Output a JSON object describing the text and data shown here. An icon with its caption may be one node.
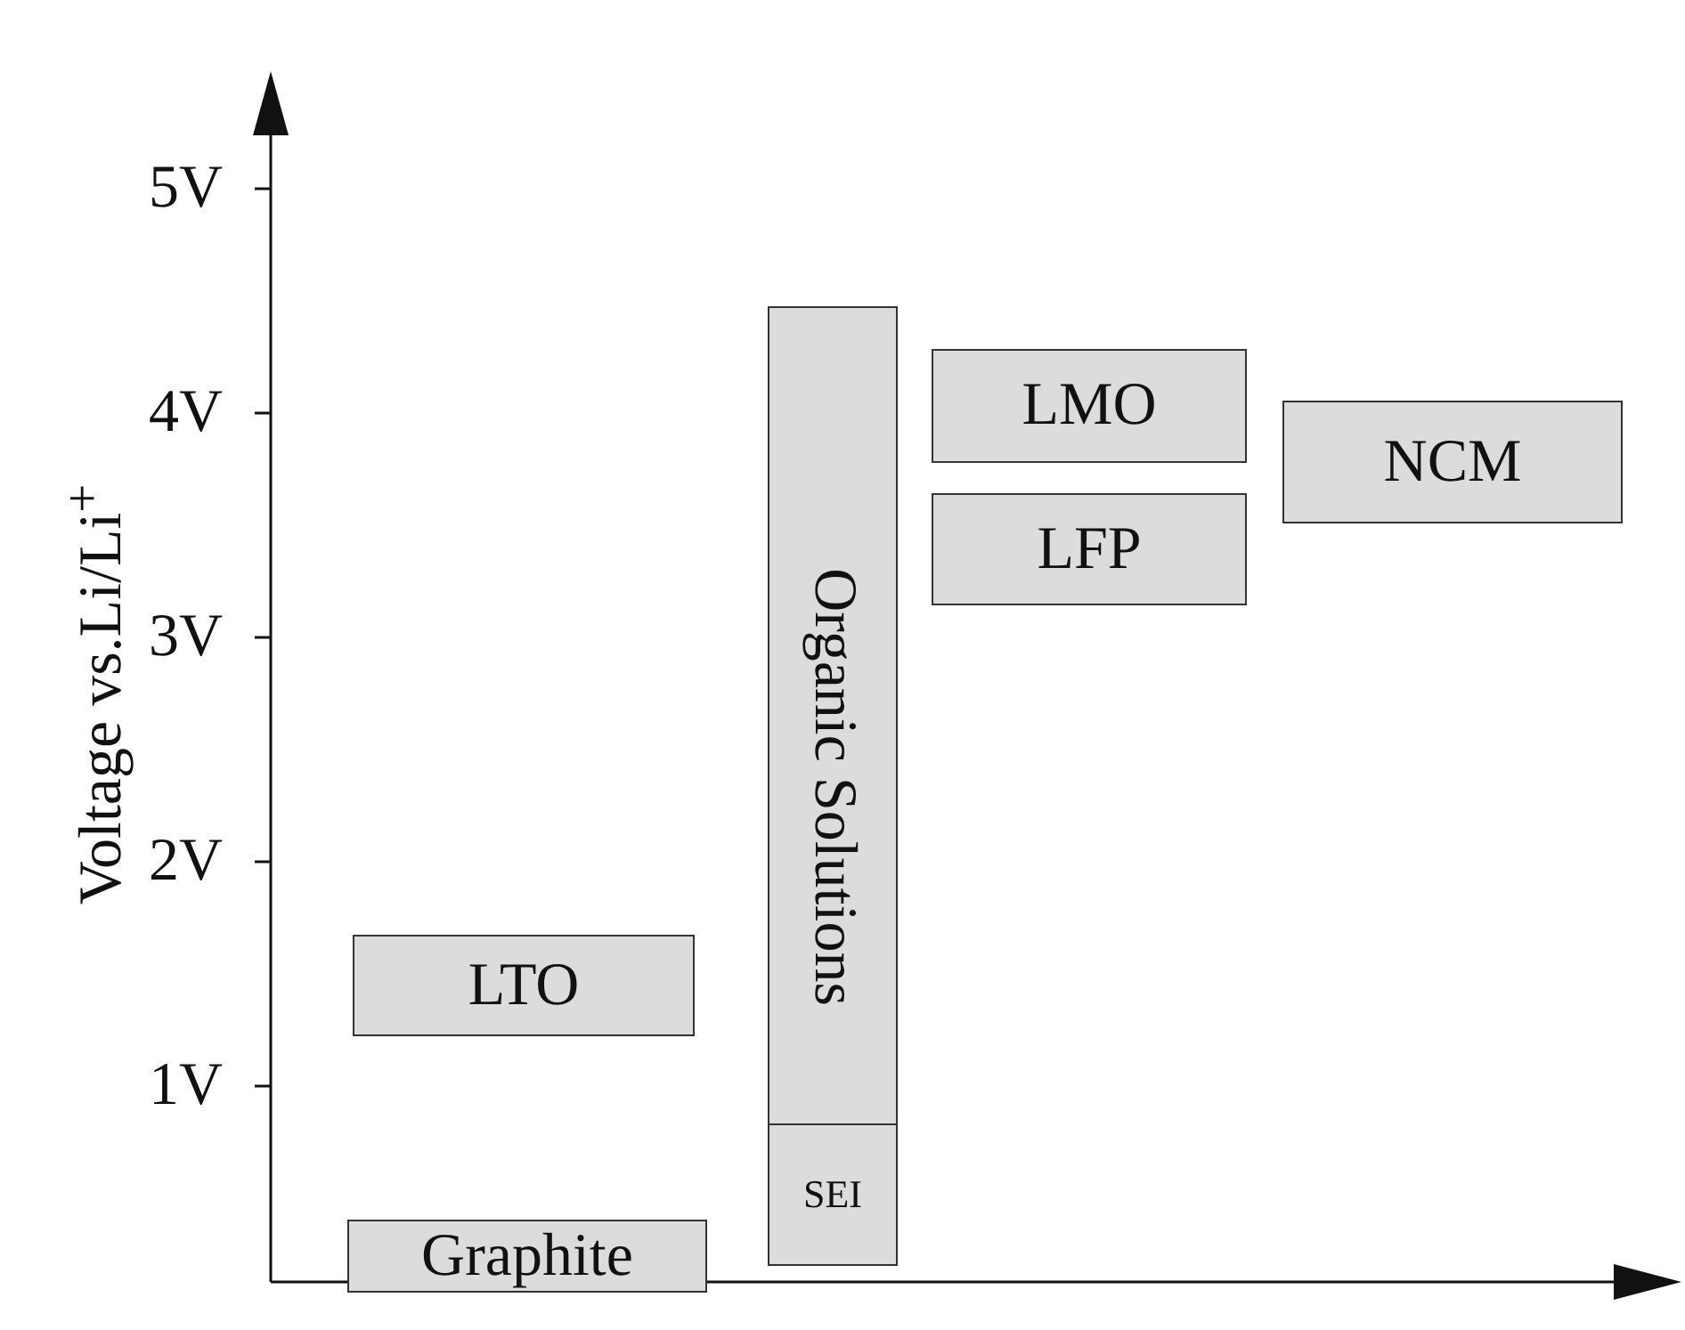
{
  "diagram": {
    "nodes": [
      {
        "text": [
          "LTO"
        ]
      },
      {
        "text": [
          "Graphite"
        ]
      },
      {
        "text": [
          "Organic Solutions"
        ]
      },
      {
        "text": [
          "SEI"
        ],
        "in": 2
      },
      {
        "text": [
          "LMO"
        ]
      },
      {
        "text": [
          "LFP"
        ]
      },
      {
        "text": [
          "NCM"
        ]
      }
    ],
    "edges": [],
    "labels": [
      "5V",
      "4V",
      "3V",
      "Voltage vs.Li/Li$^{+}$",
      "2V",
      "1V"
    ]
  }
}
